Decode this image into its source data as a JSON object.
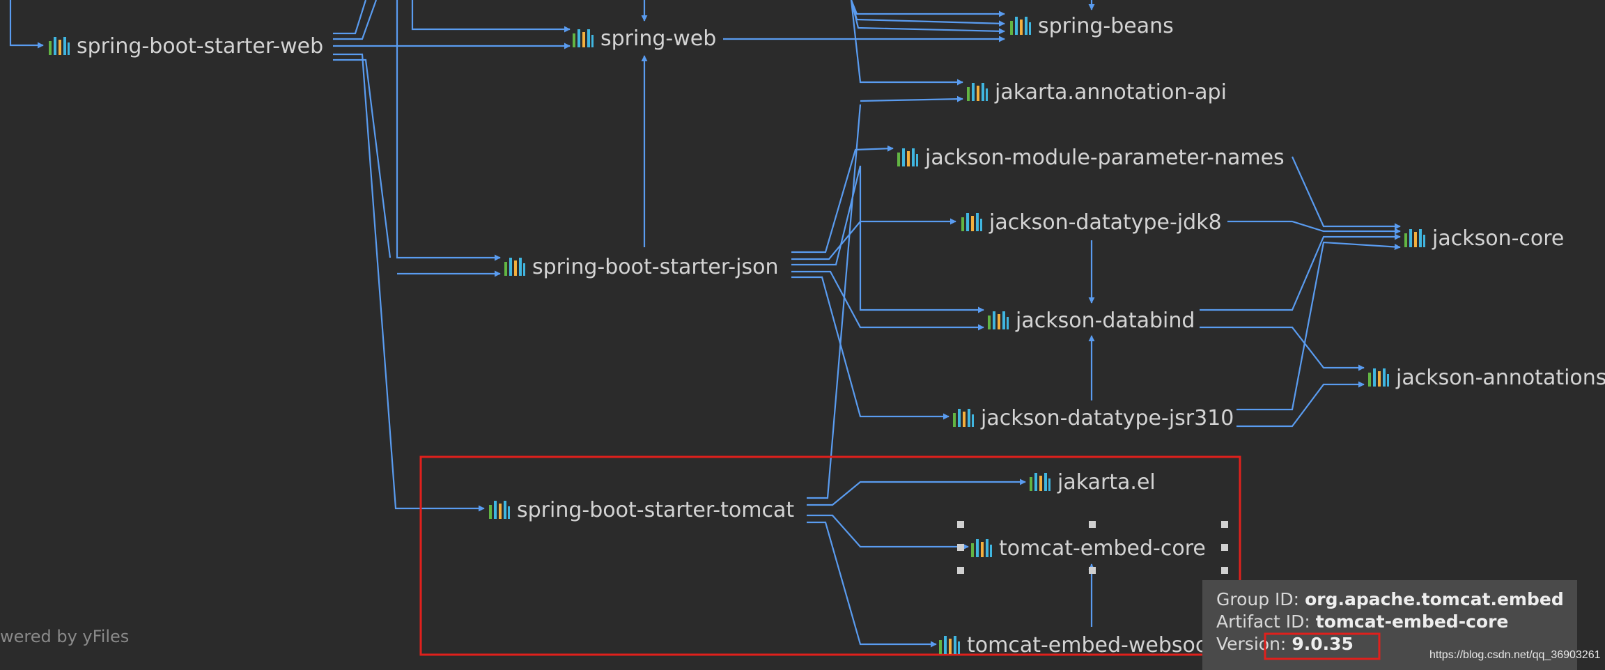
{
  "graph": {
    "nodes": {
      "spring_boot_starter_web": "spring-boot-starter-web",
      "spring_web": "spring-web",
      "spring_beans": "spring-beans",
      "jakarta_annotation_api": "jakarta.annotation-api",
      "jackson_module_parameter_names": "jackson-module-parameter-names",
      "jackson_datatype_jdk8": "jackson-datatype-jdk8",
      "jackson_core": "jackson-core",
      "spring_boot_starter_json": "spring-boot-starter-json",
      "jackson_databind": "jackson-databind",
      "jackson_annotations": "jackson-annotations",
      "jackson_datatype_jsr310": "jackson-datatype-jsr310",
      "spring_boot_starter_tomcat": "spring-boot-starter-tomcat",
      "jakarta_el": "jakarta.el",
      "tomcat_embed_core": "tomcat-embed-core",
      "tomcat_embed_websocket": "tomcat-embed-websoc"
    },
    "selected_node": "tomcat-embed-core",
    "edge_color": "#5a9cf0",
    "highlight_color": "#e0201c"
  },
  "watermark": "wered by yFiles",
  "tooltip": {
    "group_label": "Group ID:",
    "group_value": "org.apache.tomcat.embed",
    "artifact_label": "Artifact ID:",
    "artifact_value": "tomcat-embed-core",
    "version_label": "Version:",
    "version_value": "9.0.35"
  },
  "csdn_url": "https://blog.csdn.net/qq_36903261",
  "icons": {
    "maven": "maven-library-icon"
  }
}
